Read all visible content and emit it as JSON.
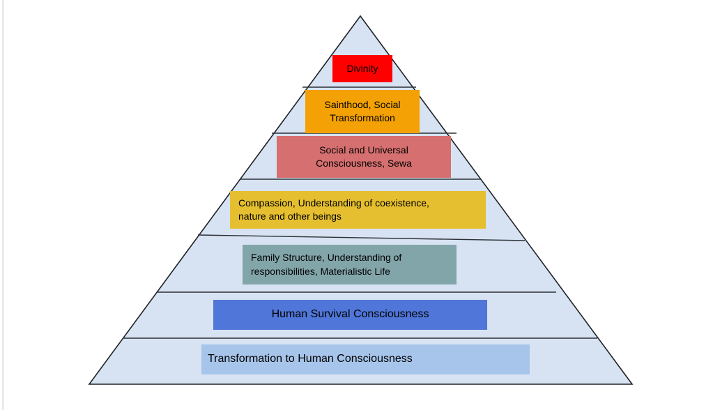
{
  "diagram": {
    "type": "pyramid",
    "background_color": "#ffffff",
    "pyramid": {
      "fill_color": "#d7e3f2",
      "stroke_color": "#1f2226"
    },
    "levels": [
      {
        "label": "Divinity",
        "color": "#fe0000"
      },
      {
        "label": "Sainthood, Social\nTransformation",
        "color": "#f3a104"
      },
      {
        "label": "Social and Universal\nConsciousness, Sewa",
        "color": "#d66f6f"
      },
      {
        "label": "Compassion, Understanding of coexistence,\nnature and other beings",
        "color": "#e5bf2f"
      },
      {
        "label": "Family Structure, Understanding of\nresponsibilities, Materialistic Life",
        "color": "#82a5a9"
      },
      {
        "label": "Human Survival Consciousness",
        "color": "#4f76d8"
      },
      {
        "label": "Transformation to Human Consciousness",
        "color": "#a7c5ea"
      }
    ]
  }
}
